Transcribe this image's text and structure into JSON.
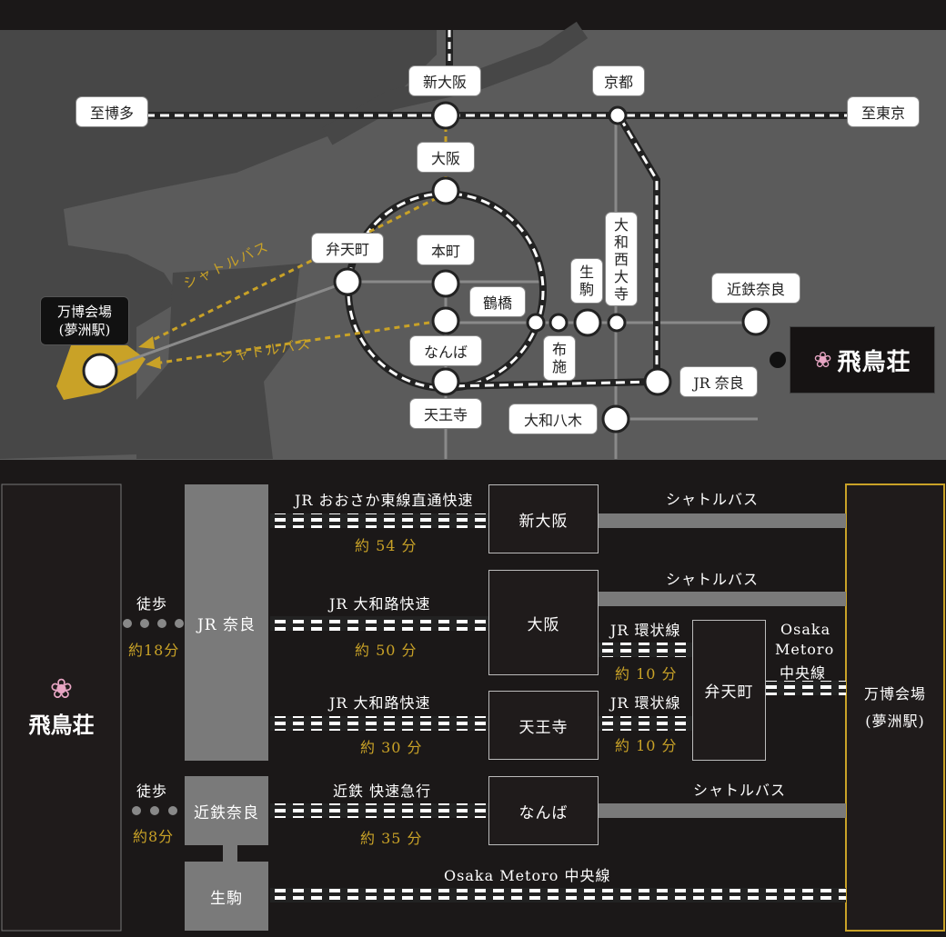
{
  "map": {
    "stations": {
      "shin_osaka": "新大阪",
      "kyoto": "京都",
      "to_hakata": "至博多",
      "to_tokyo": "至東京",
      "osaka": "大阪",
      "bentencho": "弁天町",
      "honmachi": "本町",
      "tsuruhashi": "鶴橋",
      "ikoma": [
        "生",
        "駒"
      ],
      "yamato_saidaiji": [
        "大",
        "和",
        "西",
        "大",
        "寺"
      ],
      "kintetsu_nara": "近鉄奈良",
      "namba": "なんば",
      "fuse": [
        "布",
        "施"
      ],
      "tennoji": "天王寺",
      "jr_nara": "JR 奈良",
      "yamato_yagi": "大和八木",
      "expo_line1": "万博会場",
      "expo_line2": "(夢洲駅)"
    },
    "shuttle_bus_1": "シャトルバス",
    "shuttle_bus_2": "シャトルバス",
    "logo_text": "飛鳥荘",
    "colors": {
      "gold": "#c9a227",
      "land": "#5a5a5a",
      "sea": "#454545",
      "line": "#888888"
    }
  },
  "routes": {
    "origin_logo": "飛鳥荘",
    "walk1_label": "徒歩",
    "walk1_time": "約18分",
    "walk2_label": "徒歩",
    "walk2_time": "約8分",
    "jr_nara": "JR 奈良",
    "kintetsu_nara": "近鉄奈良",
    "ikoma": "生駒",
    "route1_name": "JR おおさか東線直通快速",
    "route1_time": "約 54 分",
    "route2_name": "JR 大和路快速",
    "route2_time": "約 50 分",
    "route3_name": "JR 大和路快速",
    "route3_time": "約 30 分",
    "route4_name": "近鉄 快速急行",
    "route4_time": "約 35 分",
    "route5_name": "Osaka Metoro 中央線",
    "shin_osaka": "新大阪",
    "osaka": "大阪",
    "tennoji": "天王寺",
    "namba": "なんば",
    "bentencho": "弁天町",
    "loop1_name": "JR 環状線",
    "loop1_time": "約 10 分",
    "loop2_name": "JR 環状線",
    "loop2_time": "約 10 分",
    "shuttle1": "シャトルバス",
    "shuttle2": "シャトルバス",
    "shuttle3": "シャトルバス",
    "metro_name_1": "Osaka",
    "metro_name_2": "Metoro",
    "metro_name_3": "中央線",
    "destination_1": "万博会場",
    "destination_2": "(夢洲駅)"
  }
}
